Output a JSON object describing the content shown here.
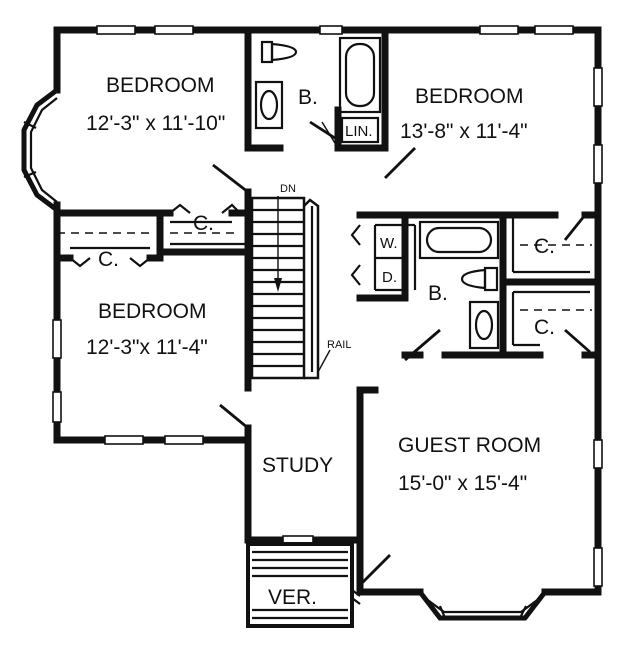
{
  "rooms": {
    "bedroom_nw": {
      "name": "BEDROOM",
      "dims": "12'-3\" x 11'-10\""
    },
    "bedroom_ne": {
      "name": "BEDROOM",
      "dims": "13'-8\" x 11'-4\""
    },
    "bedroom_w": {
      "name": "BEDROOM",
      "dims": "12'-3\"x 11'-4\""
    },
    "guest": {
      "name": "GUEST ROOM",
      "dims": "15'-0\" x 15'-4\""
    },
    "study": {
      "name": "STUDY"
    },
    "veranda": {
      "name": "VER."
    }
  },
  "fixtures": {
    "bath_top": "B.",
    "bath_mid": "B.",
    "linen": "LIN.",
    "closet_hall": "C.",
    "closet_west": "C.",
    "closet_ne": "C.",
    "closet_e": "C.",
    "washer": "W.",
    "dryer": "D.",
    "stair_dn": "DN",
    "rail": "RAIL"
  }
}
